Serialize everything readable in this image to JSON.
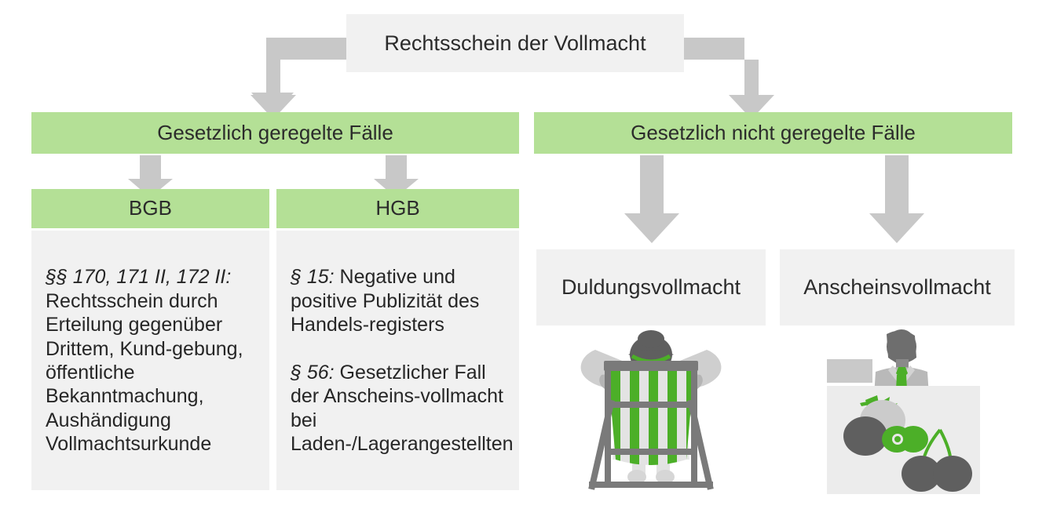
{
  "diagram": {
    "title": "Rechtsschein der Vollmacht",
    "colors": {
      "green": "#b4e096",
      "gray_box": "#f1f1f1",
      "arrow_gray": "#c8c8c8",
      "text": "#262626",
      "illustration_green": "#4caf28",
      "illustration_gray": "#5b5b5b"
    },
    "root": {
      "label": "Rechtsschein der Vollmacht"
    },
    "branches": [
      {
        "label": "Gesetzlich geregelte Fälle",
        "children": [
          {
            "header": "BGB",
            "body_statute": "§§ 170, 171 II, 172 II:",
            "body_text": " Rechtsschein durch Erteilung gegenüber Drittem, Kund-gebung, öffentliche Bekanntmachung, Aushändigung Vollmachtsurkunde"
          },
          {
            "header": "HGB",
            "body_statute": "§ 15:",
            "body_text": " Negative und positive Publizität des Handels-registers",
            "body_statute_2": "§ 56:",
            "body_text_2": " Gesetzlicher Fall der Anscheins-vollmacht bei Laden-/Lagerangestellten"
          }
        ]
      },
      {
        "label": "Gesetzlich nicht geregelte Fälle",
        "children": [
          {
            "header": "Duldungsvollmacht",
            "illustration": "deckchair-person-illustration"
          },
          {
            "header": "Anscheinsvollmacht",
            "illustration": "market-stall-vendor-illustration"
          }
        ]
      }
    ]
  }
}
